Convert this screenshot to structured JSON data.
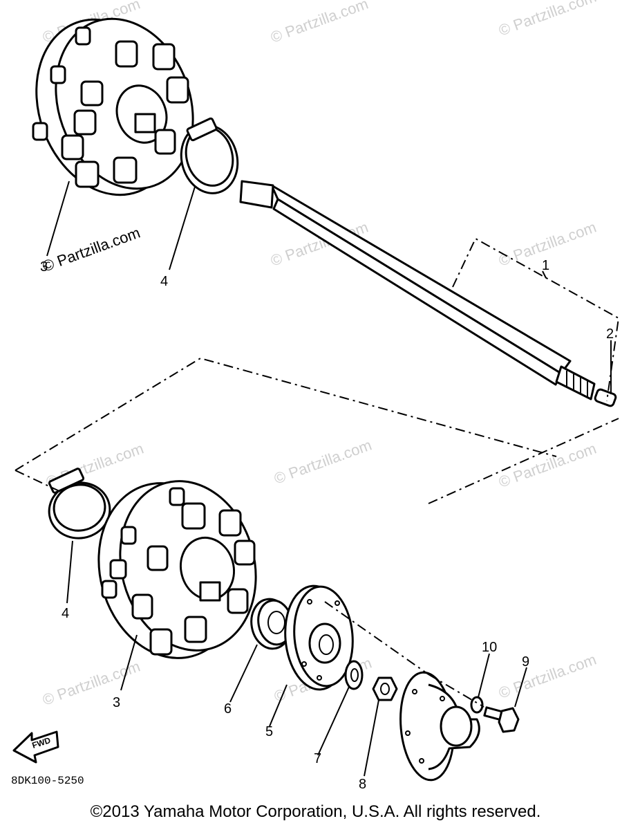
{
  "watermark": "© Partzilla.com",
  "callouts": {
    "c1": "1",
    "c2": "2",
    "c3_top": "3",
    "c4_top": "4",
    "c4_bottom": "4",
    "c3_bottom": "3",
    "c6": "6",
    "c5": "5",
    "c7": "7",
    "c8": "8",
    "c10": "10",
    "c9": "9"
  },
  "fwd_label": "FWD",
  "diagram_code": "8DK100-5250",
  "copyright": "©2013 Yamaha Motor Corporation, U.S.A. All rights reserved."
}
